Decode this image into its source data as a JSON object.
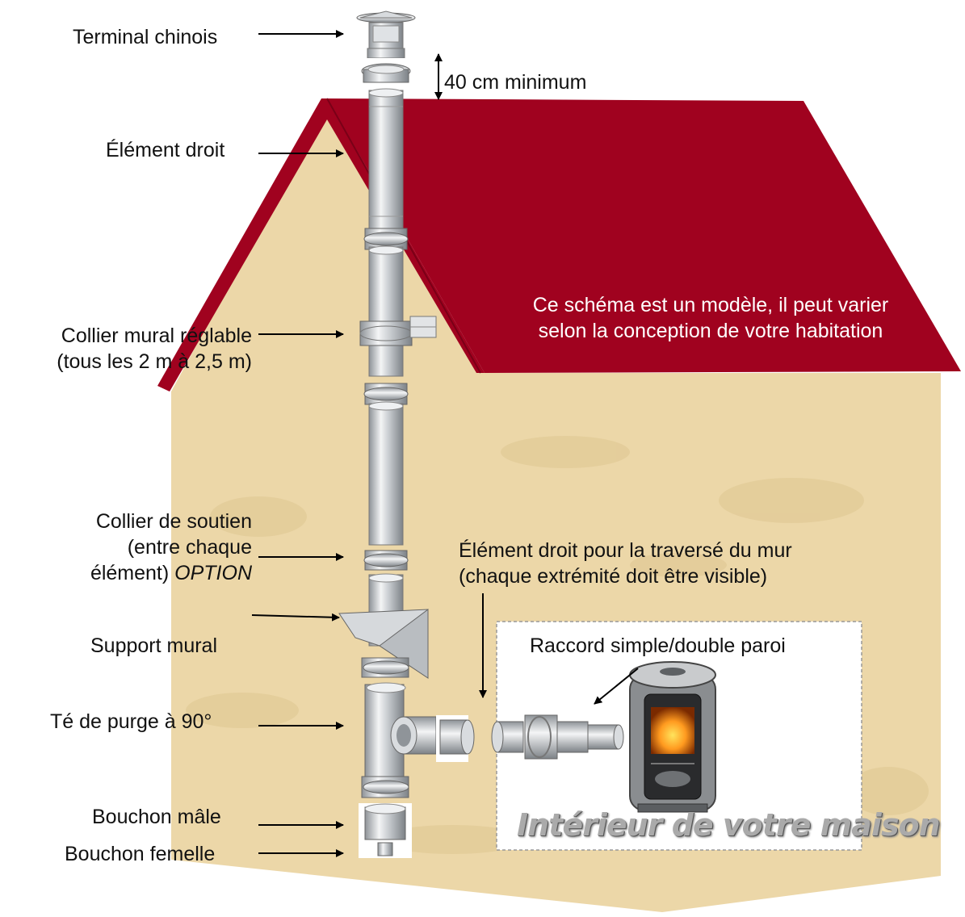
{
  "labels": {
    "terminal": "Terminal chinois",
    "min_height": "40 cm minimum",
    "element_droit": "Élément droit",
    "collier_mural_1": "Collier mural réglable",
    "collier_mural_2": "(tous les 2 m à 2,5 m)",
    "collier_soutien_1": "Collier de soutien",
    "collier_soutien_2": "(entre chaque",
    "collier_soutien_3a": "élément) ",
    "collier_soutien_3b": "OPTION",
    "support": "Support mural",
    "te_purge": "Té de purge à 90°",
    "bouchon_male": "Bouchon mâle",
    "bouchon_femelle": "Bouchon femelle",
    "traverse_1": "Élément droit pour la traversé du mur",
    "traverse_2": "(chaque extrémité doit être visible)",
    "raccord": "Raccord simple/double paroi",
    "note_1": "Ce schéma est un modèle, il peut varier",
    "note_2": "selon la conception de votre habitation",
    "interior": "Intérieur de votre maison"
  },
  "colors": {
    "roof": "#a0021f",
    "wall": "#ecd7a8",
    "steel": "#c8ccd0",
    "interior_box": "#ffffff"
  },
  "icons": [
    "chimney-cap-icon",
    "stove-icon",
    "arrow-icon"
  ]
}
